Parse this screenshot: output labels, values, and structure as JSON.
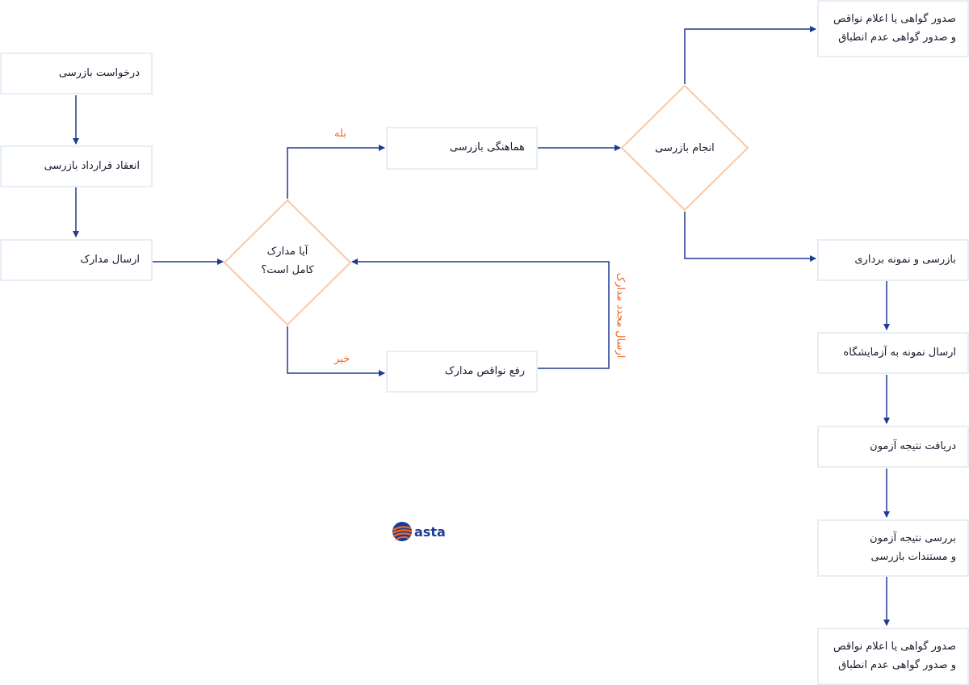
{
  "nodes": {
    "request": "درخواست بازرسی",
    "contract": "انعقاد قرارداد بازرسی",
    "send_docs": "ارسال مدارک",
    "docs_complete": "آیا مدارک\nکامل است؟",
    "coordination": "هماهنگی بازرسی",
    "fix_docs": "رفع نواقص مدارک",
    "perform": "انجام بازرسی",
    "issue_top": "صدور گواهی یا اعلام نواقص\nو صدور گواهی عدم انطباق",
    "sampling": "بازرسی و نمونه برداری",
    "send_lab": "ارسال نمونه به آزمایشگاه",
    "receive_result": "دریافت نتیجه آزمون",
    "review": "بررسی نتیجه آزمون\nو مستندات بازرسی",
    "issue_bottom": "صدور گواهی یا اعلام نواقص\nو صدور گواهی عدم انطباق"
  },
  "edge_labels": {
    "yes": "بله",
    "no": "خیر",
    "resend": "ارسال مجدد مدارک"
  },
  "logo": {
    "text": "asta"
  },
  "colors": {
    "arrow": "#1f3a93",
    "diamond": "#f9c9a6",
    "box_border": "#e8eef6",
    "label": "#f26a21"
  }
}
